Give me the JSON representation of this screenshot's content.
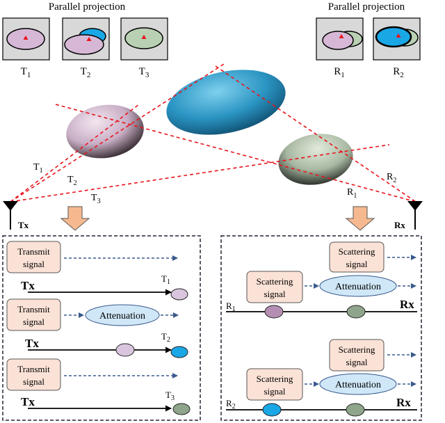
{
  "header": {
    "left_title": "Parallel projection",
    "right_title": "Parallel projection"
  },
  "projections": {
    "t1": {
      "base": "T",
      "sub": "1"
    },
    "t2": {
      "base": "T",
      "sub": "2"
    },
    "t3": {
      "base": "T",
      "sub": "3"
    },
    "r1": {
      "base": "R",
      "sub": "1"
    },
    "r2": {
      "base": "R",
      "sub": "2"
    }
  },
  "rays": {
    "t1": {
      "base": "T",
      "sub": "1"
    },
    "t2": {
      "base": "T",
      "sub": "2"
    },
    "t3": {
      "base": "T",
      "sub": "3"
    },
    "r1": {
      "base": "R",
      "sub": "1"
    },
    "r2": {
      "base": "R",
      "sub": "2"
    }
  },
  "antennas": {
    "tx": "Tx",
    "rx": "Rx"
  },
  "tx_panel": {
    "rows": [
      {
        "box_line1": "Transmit",
        "box_line2": "signal",
        "axis_label": "Tx",
        "end_base": "T",
        "end_sub": "1"
      },
      {
        "box_line1": "Transmit",
        "box_line2": "signal",
        "attenuation": "Attenuation",
        "axis_label": "Tx",
        "end_base": "T",
        "end_sub": "2"
      },
      {
        "box_line1": "Transmit",
        "box_line2": "signal",
        "axis_label": "Tx",
        "end_base": "T",
        "end_sub": "3"
      }
    ]
  },
  "rx_panel": {
    "groups": [
      {
        "top_line1": "Scattering",
        "top_line2": "signal",
        "left_line1": "Scattering",
        "left_line2": "signal",
        "attenuation": "Attenuation",
        "axis_base": "R",
        "axis_sub": "1",
        "axis_label": "Rx"
      },
      {
        "top_line1": "Scattering",
        "top_line2": "signal",
        "left_line1": "Scattering",
        "left_line2": "signal",
        "attenuation": "Attenuation",
        "axis_base": "R",
        "axis_sub": "2",
        "axis_label": "Rx"
      }
    ]
  },
  "colors": {
    "ray": "#e8141c",
    "box_fill": "#fbe2d6",
    "atten_fill": "#cfe7f7",
    "node_pink": "#d9c6de",
    "node_blue": "#1aa7e6",
    "node_green": "#8fa58b",
    "node_mauve": "#b58fb3",
    "arrow_fill": "#f6b98f",
    "dash_blue": "#3a5a8c"
  }
}
